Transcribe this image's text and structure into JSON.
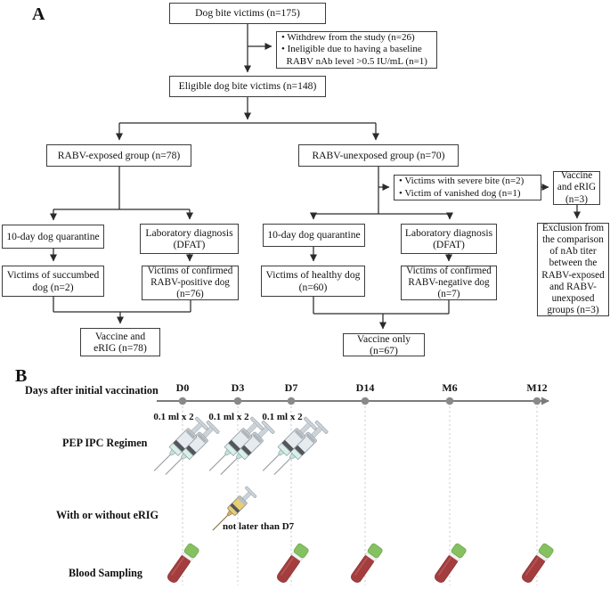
{
  "figure": {
    "panel_a_label": "A",
    "panel_b_label": "B"
  },
  "flowchart": {
    "dog_bite_victims": "Dog bite victims (n=175)",
    "withdrawal": "• Withdrew from the study (n=26)\n• Ineligible due to having a baseline\n  RABV nAb level >0.5 IU/mL (n=1)",
    "eligible": "Eligible dog bite victims (n=148)",
    "exposed_group": "RABV-exposed group (n=78)",
    "unexposed_group": "RABV-unexposed group (n=70)",
    "unexposed_exclusions": "• Victims with severe bite (n=2)\n• Victim of vanished dog (n=1)",
    "vaccine_erig_3": "Vaccine and eRIG (n=3)",
    "quarantine_exposed": "10-day dog quarantine",
    "dfat_exposed": "Laboratory diagnosis (DFAT)",
    "quarantine_unexposed": "10-day dog quarantine",
    "dfat_unexposed": "Laboratory diagnosis (DFAT)",
    "succumbed": "Victims of succumbed dog (n=2)",
    "rabv_positive": "Victims of confirmed RABV-positive dog (n=76)",
    "healthy": "Victims of healthy dog (n=60)",
    "rabv_negative": "Victims of confirmed RABV-negative dog (n=7)",
    "vaccine_erig_78": "Vaccine and eRIG (n=78)",
    "vaccine_only": "Vaccine only (n=67)",
    "exclusion": "Exclusion from the comparison of nAb titer between the RABV-exposed and RABV-unexposed groups (n=3)"
  },
  "timeline": {
    "row_label": "Days after initial vaccination",
    "timepoints": [
      "D0",
      "D3",
      "D7",
      "D14",
      "M6",
      "M12"
    ],
    "pep_row_label": "PEP IPC Regimen",
    "dose_label": "0.1 ml x 2",
    "erig_row_label": "With or without eRIG",
    "erig_note": "not later than D7",
    "blood_row_label": "Blood Sampling"
  },
  "colors": {
    "axis_gray": "#7b7b7b",
    "box_border": "#3d3d3d",
    "tube_red": "#a43e3e",
    "cap_green": "#85c161",
    "erig_liquid": "#e8ce74",
    "syringe_body": "#e6ebf0"
  }
}
